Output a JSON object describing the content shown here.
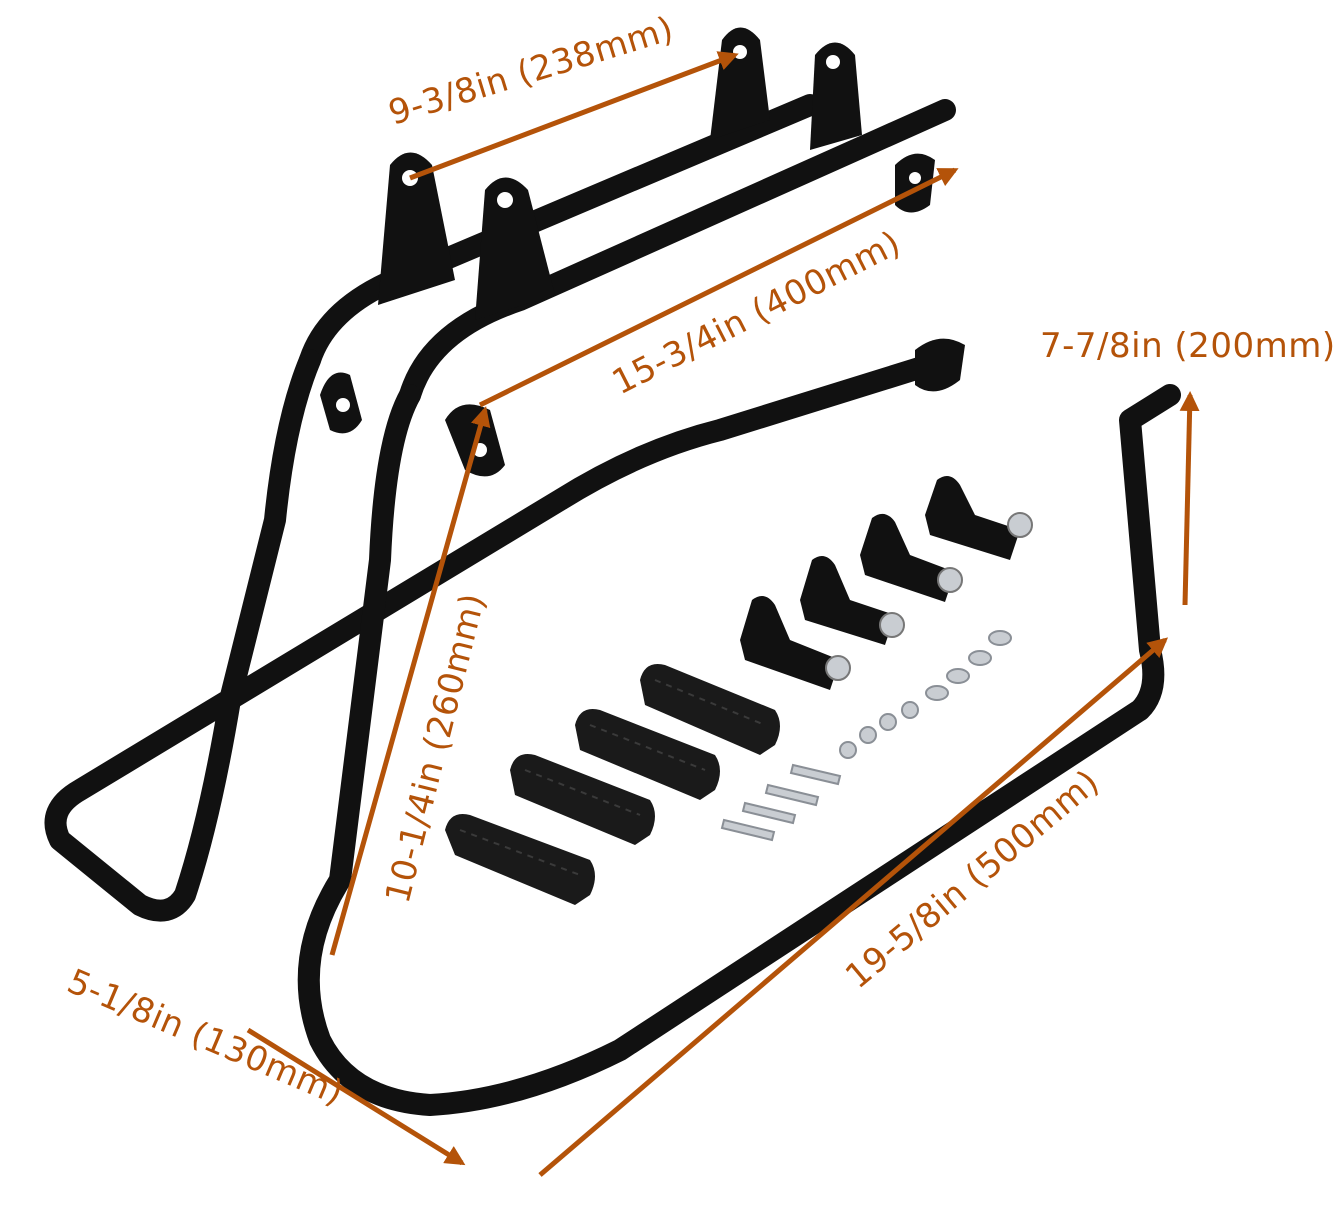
{
  "colors": {
    "background": "#ffffff",
    "metal": "#111111",
    "metal_highlight": "#3a3a3a",
    "rubber": "#1a1a1a",
    "chrome": "#c9cdd2",
    "dimension": "#b45309"
  },
  "dimensions": {
    "top_width": "9-3/8in (238mm)",
    "top_length": "15-3/4in (400mm)",
    "height_right": "7-7/8in (200mm)",
    "height_left": "10-1/4in (260mm)",
    "bottom_length": "19-5/8in (500mm)",
    "depth": "5-1/8in (130mm)"
  }
}
